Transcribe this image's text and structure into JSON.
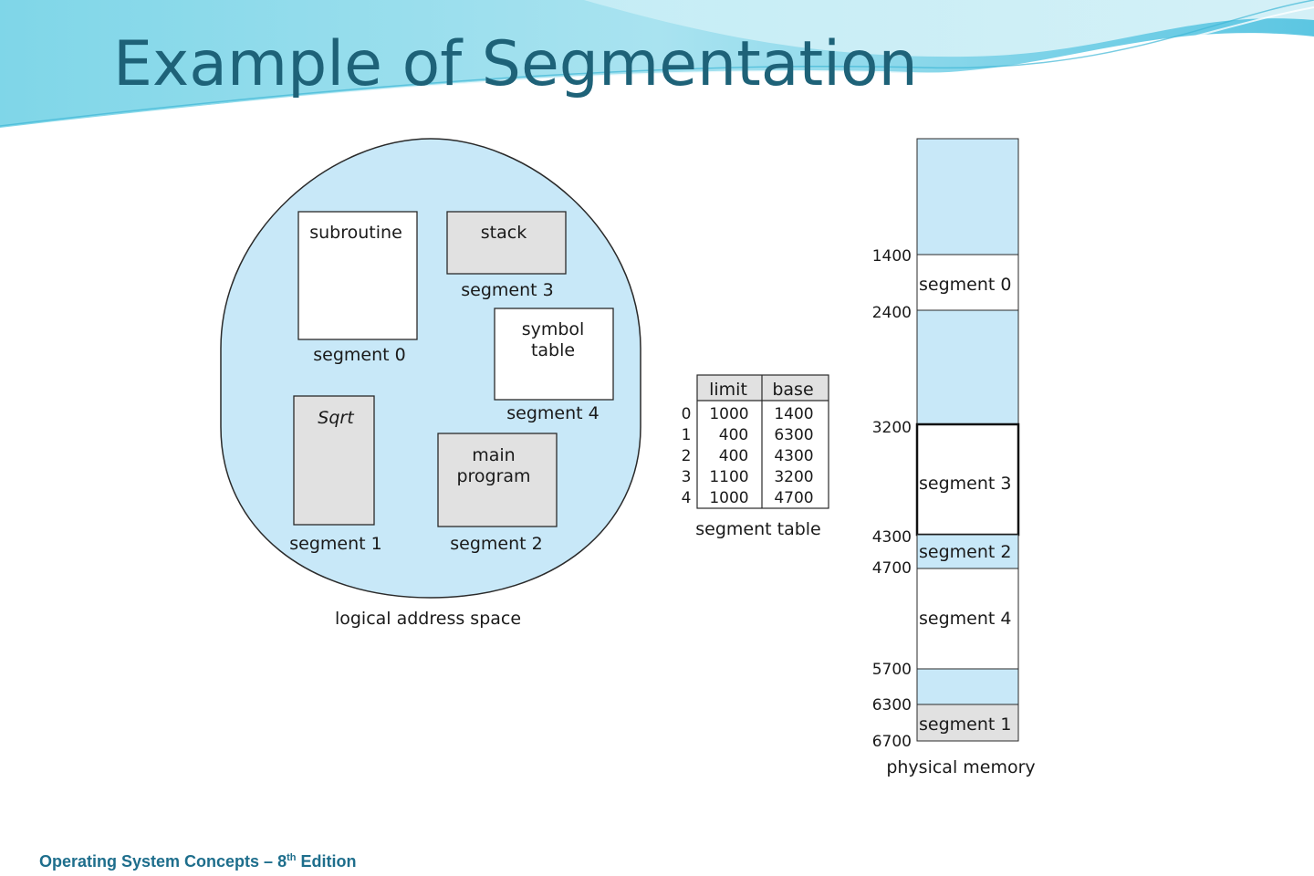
{
  "slide": {
    "title": "Example of Segmentation",
    "footer": {
      "text": "Operating System Concepts – 8",
      "sup": "th",
      "suffix": " Edition"
    }
  },
  "colors": {
    "segment_blue": "#c8e8f8",
    "segment_gray": "#e1e1e1",
    "title_teal": "#1e6278"
  },
  "logical_space": {
    "caption": "logical address space",
    "blocks": [
      {
        "name": "subroutine",
        "lines": [
          "subroutine"
        ],
        "segment_label": "segment 0",
        "fill": "white"
      },
      {
        "name": "stack",
        "lines": [
          "stack"
        ],
        "segment_label": "segment 3",
        "fill": "gray"
      },
      {
        "name": "symbol-table",
        "lines": [
          "symbol",
          "table"
        ],
        "segment_label": "segment 4",
        "fill": "white"
      },
      {
        "name": "sqrt",
        "lines": [
          "Sqrt"
        ],
        "segment_label": "segment 1",
        "fill": "gray"
      },
      {
        "name": "main-program",
        "lines": [
          "main",
          "program"
        ],
        "segment_label": "segment 2",
        "fill": "gray"
      }
    ]
  },
  "segment_table": {
    "caption": "segment table",
    "columns": [
      "limit",
      "base"
    ],
    "rows": [
      {
        "index": "0",
        "limit": "1000",
        "base": "1400"
      },
      {
        "index": "1",
        "limit": "400",
        "base": "6300"
      },
      {
        "index": "2",
        "limit": "400",
        "base": "4300"
      },
      {
        "index": "3",
        "limit": "1100",
        "base": "3200"
      },
      {
        "index": "4",
        "limit": "1000",
        "base": "4700"
      }
    ]
  },
  "physical_memory": {
    "caption": "physical memory",
    "addresses": [
      "1400",
      "2400",
      "3200",
      "4300",
      "4700",
      "5700",
      "6300",
      "6700"
    ],
    "blocks": [
      {
        "label": "",
        "fill": "blue"
      },
      {
        "label": "segment 0",
        "fill": "white"
      },
      {
        "label": "",
        "fill": "blue"
      },
      {
        "label": "segment 3",
        "fill": "white"
      },
      {
        "label": "segment 2",
        "fill": "blue"
      },
      {
        "label": "segment 4",
        "fill": "white"
      },
      {
        "label": "",
        "fill": "blue"
      },
      {
        "label": "segment 1",
        "fill": "gray"
      }
    ]
  }
}
